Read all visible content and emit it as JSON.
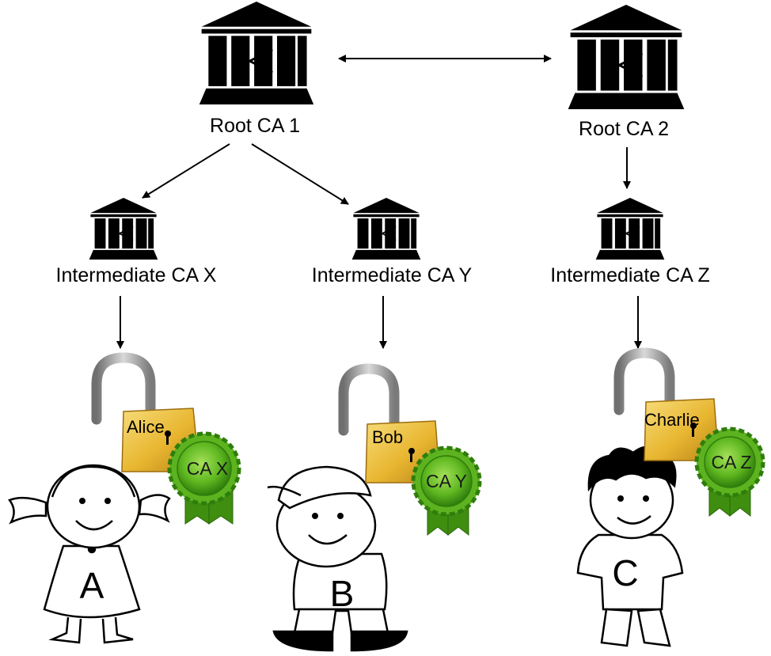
{
  "diagram": {
    "root_cas": [
      {
        "label": "Root CA 1",
        "icon": "bank-building-icon"
      },
      {
        "label": "Root CA 2",
        "icon": "bank-building-icon"
      }
    ],
    "intermediate_cas": [
      {
        "label": "Intermediate CA X",
        "icon": "bank-building-icon"
      },
      {
        "label": "Intermediate CA Y",
        "icon": "bank-building-icon"
      },
      {
        "label": "Intermediate CA Z",
        "icon": "bank-building-icon"
      }
    ],
    "certificates": [
      {
        "lock_label": "Alice",
        "seal_label": "CA X",
        "person_letter": "A"
      },
      {
        "lock_label": "Bob",
        "seal_label": "CA Y",
        "person_letter": "B"
      },
      {
        "lock_label": "Charlie",
        "seal_label": "CA Z",
        "person_letter": "C"
      }
    ],
    "colors": {
      "lock_body": "#e8b630",
      "lock_shackle": "#9a9a9a",
      "seal_green": "#52a818",
      "seal_dark": "#2f7d0c"
    }
  }
}
